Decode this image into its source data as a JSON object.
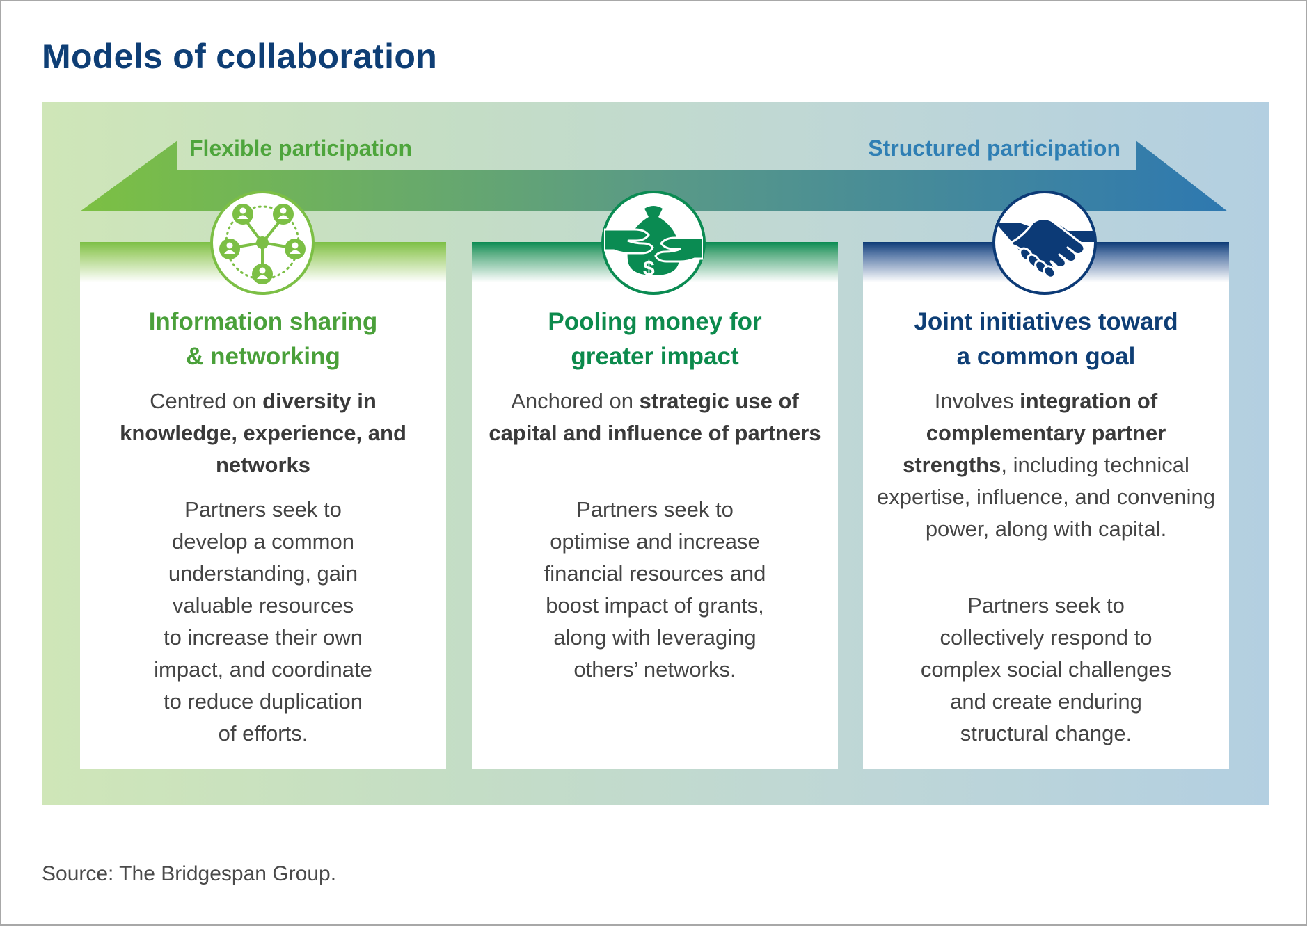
{
  "title": "Models of collaboration",
  "spectrum": {
    "left_label": "Flexible participation",
    "right_label": "Structured participation"
  },
  "models": [
    {
      "heading": "Information sharing\n& networking",
      "focus_prefix": "Centred on ",
      "focus_bold": "diversity in knowledge, experience, and networks",
      "focus_suffix": "",
      "description": "Partners seek to\ndevelop a common\nunderstanding, gain\nvaluable resources\nto increase their own\nimpact, and coordinate\nto reduce duplication\nof efforts.",
      "icon": "network-people-icon"
    },
    {
      "heading": "Pooling money for\ngreater impact",
      "focus_prefix": "Anchored on ",
      "focus_bold": "strategic use of capital and influence of partners",
      "focus_suffix": "",
      "description": "Partners seek to\noptimise and increase\nfinancial resources and\nboost impact of grants,\nalong with leveraging\nothers’ networks.",
      "icon": "money-bag-hands-icon"
    },
    {
      "heading": "Joint initiatives toward\na common goal",
      "focus_prefix": "Involves ",
      "focus_bold": "integration of complementary partner strengths",
      "focus_suffix": ", including technical expertise, influence, and convening power, along with capital.",
      "description": "Partners seek to\ncollectively respond to\ncomplex social challenges\nand create enduring\nstructural change.",
      "icon": "handshake-icon"
    }
  ],
  "colors": {
    "title": "#0e3e75",
    "flexible": "#4ea53c",
    "structured": "#2f7fb4",
    "model_1": "#4aa03a",
    "model_2": "#0c8a4c",
    "model_3": "#0e3e75"
  },
  "source": "Source: The Bridgespan Group."
}
